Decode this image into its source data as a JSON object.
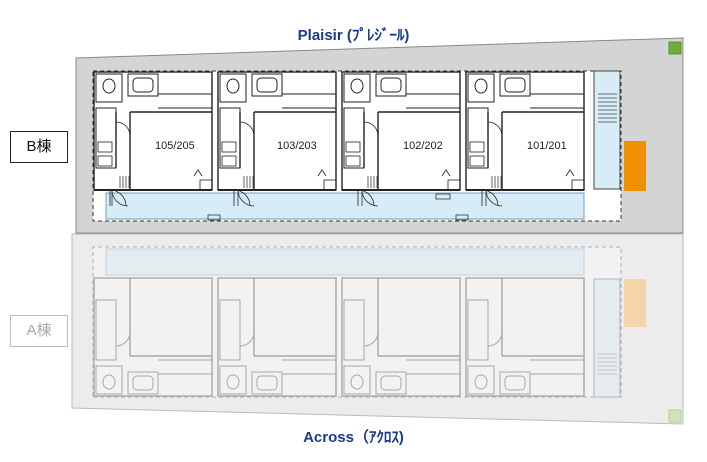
{
  "titles": {
    "top": "Plaisir (ﾌﾟﾚｼﾞｰﾙ)",
    "bottom": "Across（ｱｸﾛｽ)"
  },
  "buildings": {
    "b": {
      "label": "B棟"
    },
    "a": {
      "label": "A棟"
    }
  },
  "units": [
    "105/205",
    "103/203",
    "102/202",
    "101/201"
  ],
  "colors": {
    "lot_gray": "#d4d4d4",
    "lot_light": "#ececec",
    "corridor": "#d8ecf8",
    "accent": "#ef9000",
    "accent_faded": "#f7d3a8",
    "title": "#1a3a8c",
    "corner_marker": "#6fae3a"
  }
}
